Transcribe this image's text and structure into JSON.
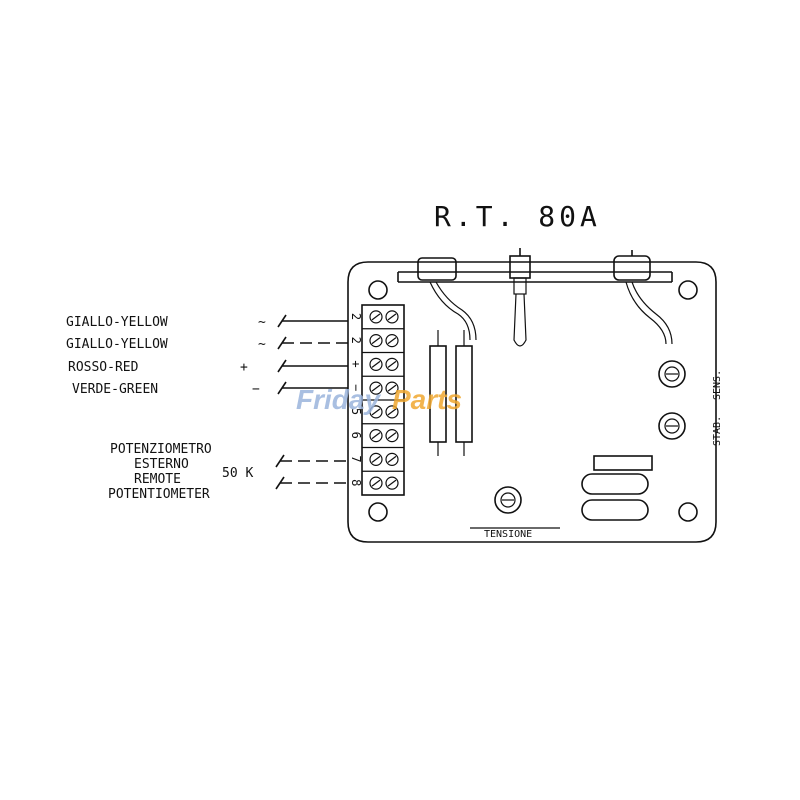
{
  "title": "R.T. 80A",
  "wires": [
    {
      "label": "GIALLO-YELLOW",
      "symbol": "~",
      "terminal": "2"
    },
    {
      "label": "GIALLO-YELLOW",
      "symbol": "~",
      "terminal": "2"
    },
    {
      "label": "ROSSO-RED",
      "symbol": "+",
      "terminal": "+"
    },
    {
      "label": "VERDE-GREEN",
      "symbol": "−",
      "terminal": "−"
    }
  ],
  "terminals": [
    "2",
    "2",
    "+",
    "−",
    "5",
    "6",
    "7",
    "8"
  ],
  "potentiometer": {
    "line1": "POTENZIOMETRO",
    "line2": "ESTERNO",
    "line3": "REMOTE",
    "line4": "POTENTIOMETER",
    "value": "50 K"
  },
  "board_labels": {
    "tensione": "TENSIONE",
    "stab": "STAB.",
    "sens": "SENS."
  },
  "watermark": {
    "text_a": "Friday",
    "text_b": "Parts",
    "color_a": "#9bb4dc",
    "color_b": "#f0a830"
  }
}
